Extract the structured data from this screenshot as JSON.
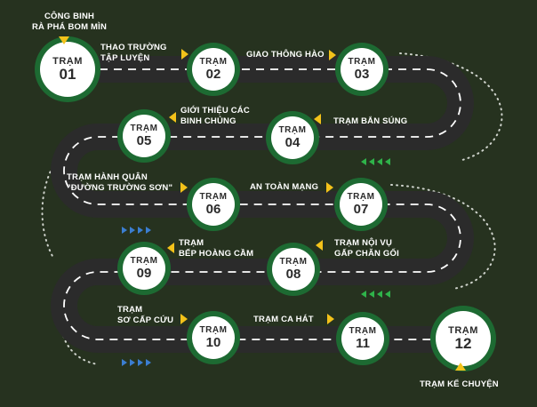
{
  "station_word": "TRẠM",
  "stations": [
    {
      "num": "01",
      "label": "CÔNG BINH\nRÀ PHÁ BOM MÌN"
    },
    {
      "num": "02",
      "label": "THAO TRƯỜNG\nTẬP LUYỆN"
    },
    {
      "num": "03",
      "label": "GIAO THÔNG HÀO"
    },
    {
      "num": "04",
      "label": "TRẠM BẮN SÚNG"
    },
    {
      "num": "05",
      "label": "GIỚI THIỆU CÁC\nBINH CHỦNG"
    },
    {
      "num": "06",
      "label": "TRẠM HÀNH QUÂN\n\"ĐƯỜNG TRƯỜNG SƠN\""
    },
    {
      "num": "07",
      "label": "AN TOÀN MẠNG"
    },
    {
      "num": "08",
      "label": "TRẠM NỘI VỤ\nGẤP CHĂN GỐI"
    },
    {
      "num": "09",
      "label": "TRẠM\nBẾP HOÀNG CẦM"
    },
    {
      "num": "10",
      "label": "TRẠM\nSƠ CẤP CỨU"
    },
    {
      "num": "11",
      "label": "TRẠM CA HÁT"
    },
    {
      "num": "12",
      "label": "TRẠM KỂ CHUYỆN"
    }
  ],
  "colors": {
    "background": "#26321f",
    "road": "#2b2b2b",
    "road_marking": "#ffffff",
    "station_ring": "#1d6a32",
    "arrow": "#f3c21a",
    "chevron_green": "#2fb34a",
    "chevron_blue": "#3b7ed1"
  }
}
